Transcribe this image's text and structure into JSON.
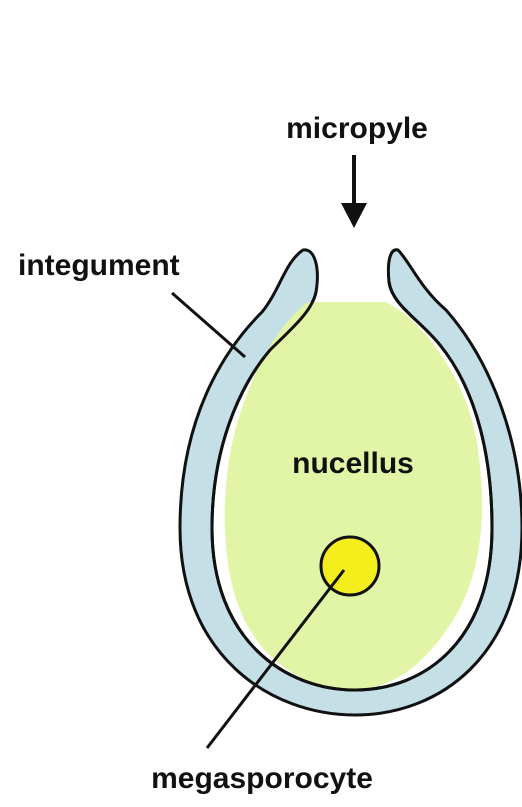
{
  "labels": {
    "micropyle": "micropyle",
    "integument": "integument",
    "nucellus": "nucellus",
    "megasporocyte": "megasporocyte"
  },
  "colors": {
    "integument_fill": "#c4dfe6",
    "nucellus_fill": "#e2f5a6",
    "megasporocyte_fill": "#f4ef1c",
    "outline": "#111111",
    "background": "#ffffff"
  }
}
